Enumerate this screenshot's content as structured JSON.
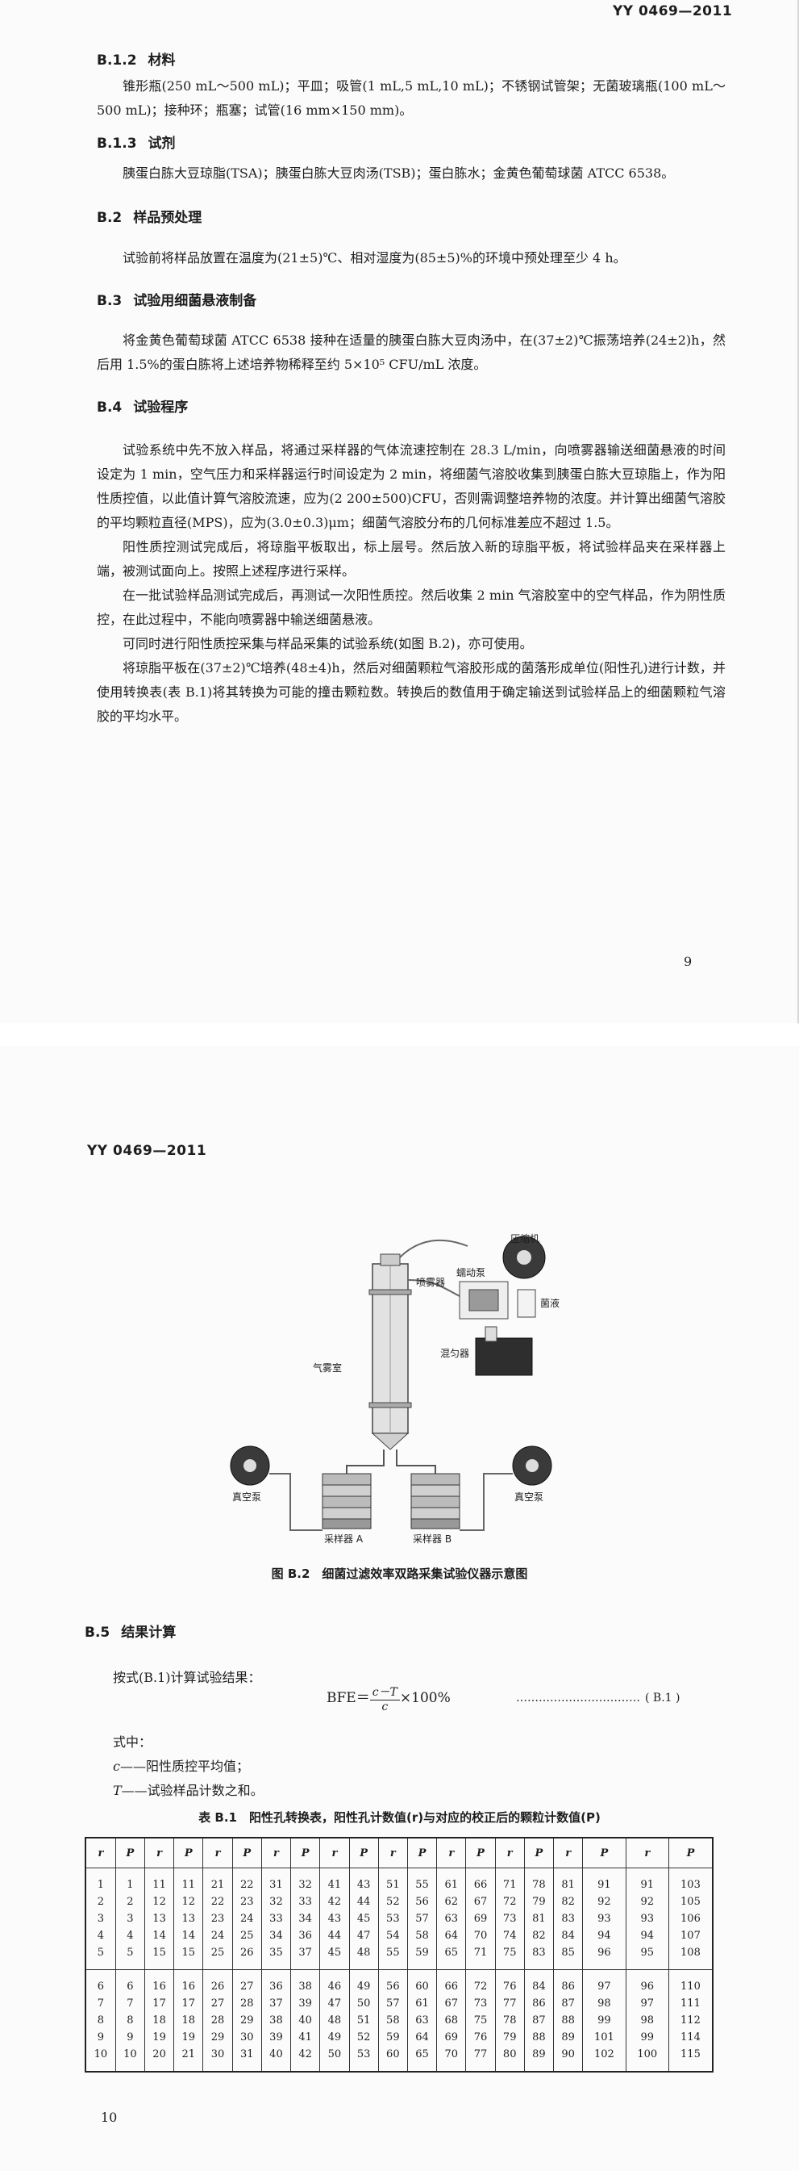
{
  "page1": {
    "header": "YY 0469—2011",
    "page_number": "9",
    "sections": [
      {
        "number": "B.1.2",
        "title": "材料",
        "paragraphs": [
          "锥形瓶(250 mL～500 mL)；平皿；吸管(1 mL,5 mL,10 mL)；不锈钢试管架；无菌玻璃瓶(100 mL～500 mL)；接种环；瓶塞；试管(16 mm×150 mm)。"
        ]
      },
      {
        "number": "B.1.3",
        "title": "试剂",
        "paragraphs": [
          "胰蛋白胨大豆琼脂(TSA)；胰蛋白胨大豆肉汤(TSB)；蛋白胨水；金黄色葡萄球菌 ATCC 6538。"
        ]
      },
      {
        "number": "B.2",
        "title": "样品预处理",
        "paragraphs": [
          "试验前将样品放置在温度为(21±5)℃、相对湿度为(85±5)%的环境中预处理至少 4 h。"
        ]
      },
      {
        "number": "B.3",
        "title": "试验用细菌悬液制备",
        "paragraphs": [
          "将金黄色葡萄球菌 ATCC 6538 接种在适量的胰蛋白胨大豆肉汤中，在(37±2)℃振荡培养(24±2)h，然后用 1.5%的蛋白胨将上述培养物稀释至约 5×10⁵ CFU/mL 浓度。"
        ]
      },
      {
        "number": "B.4",
        "title": "试验程序",
        "paragraphs": [
          "试验系统中先不放入样品，将通过采样器的气体流速控制在 28.3 L/min，向喷雾器输送细菌悬液的时间设定为 1 min，空气压力和采样器运行时间设定为 2 min，将细菌气溶胶收集到胰蛋白胨大豆琼脂上，作为阳性质控值，以此值计算气溶胶流速，应为(2 200±500)CFU，否则需调整培养物的浓度。并计算出细菌气溶胶的平均颗粒直径(MPS)，应为(3.0±0.3)μm；细菌气溶胶分布的几何标准差应不超过 1.5。",
          "阳性质控测试完成后，将琼脂平板取出，标上层号。然后放入新的琼脂平板，将试验样品夹在采样器上端，被测试面向上。按照上述程序进行采样。",
          "在一批试验样品测试完成后，再测试一次阳性质控。然后收集 2 min 气溶胶室中的空气样品，作为阴性质控，在此过程中，不能向喷雾器中输送细菌悬液。",
          "可同时进行阳性质控采集与样品采集的试验系统(如图 B.2)，亦可使用。",
          "将琼脂平板在(37±2)℃培养(48±4)h，然后对细菌颗粒气溶胶形成的菌落形成单位(阳性孔)进行计数，并使用转换表(表 B.1)将其转换为可能的撞击颗粒数。转换后的数值用于确定输送到试验样品上的细菌颗粒气溶胶的平均水平。"
        ]
      }
    ]
  },
  "page2": {
    "header": "YY 0469—2011",
    "page_number": "10",
    "figure": {
      "labels": {
        "compressor": "压缩机",
        "nebulizer": "喷雾器",
        "peristaltic_pump": "蠕动泵",
        "bacteria_liquid": "菌液",
        "mixer": "混匀器",
        "aerosol_chamber": "气雾室",
        "vacuum_pump_left": "真空泵",
        "vacuum_pump_right": "真空泵",
        "sampler_a": "采样器 A",
        "sampler_b": "采样器 B"
      },
      "caption": "图 B.2　细菌过滤效率双路采集试验仪器示意图"
    },
    "section": {
      "number": "B.5",
      "title": "结果计算"
    },
    "intro": "按式(B.1)计算试验结果：",
    "formula": {
      "lhs": "BFE＝",
      "numerator": "c－T",
      "denominator": "c",
      "rhs": "×100%",
      "dots": "……………………………",
      "ref": "( B.1 )"
    },
    "where": {
      "label": "式中：",
      "items": [
        {
          "symbol": "c",
          "text": "——阳性质控平均值；"
        },
        {
          "symbol": "T",
          "text": "——试验样品计数之和。"
        }
      ]
    },
    "table": {
      "caption": "表 B.1　阳性孔转换表，阳性孔计数值(r)与对应的校正后的颗粒计数值(P)",
      "headers": [
        "r",
        "P",
        "r",
        "P",
        "r",
        "P",
        "r",
        "P",
        "r",
        "P",
        "r",
        "P",
        "r",
        "P",
        "r",
        "P",
        "r",
        "P",
        "r",
        "P"
      ],
      "rows": [
        [
          "1",
          "1",
          "11",
          "11",
          "21",
          "22",
          "31",
          "32",
          "41",
          "43",
          "51",
          "55",
          "61",
          "66",
          "71",
          "78",
          "81",
          "91",
          "91",
          "103"
        ],
        [
          "2",
          "2",
          "12",
          "12",
          "22",
          "23",
          "32",
          "33",
          "42",
          "44",
          "52",
          "56",
          "62",
          "67",
          "72",
          "79",
          "82",
          "92",
          "92",
          "105"
        ],
        [
          "3",
          "3",
          "13",
          "13",
          "23",
          "24",
          "33",
          "34",
          "43",
          "45",
          "53",
          "57",
          "63",
          "69",
          "73",
          "81",
          "83",
          "93",
          "93",
          "106"
        ],
        [
          "4",
          "4",
          "14",
          "14",
          "24",
          "25",
          "34",
          "36",
          "44",
          "47",
          "54",
          "58",
          "64",
          "70",
          "74",
          "82",
          "84",
          "94",
          "94",
          "107"
        ],
        [
          "5",
          "5",
          "15",
          "15",
          "25",
          "26",
          "35",
          "37",
          "45",
          "48",
          "55",
          "59",
          "65",
          "71",
          "75",
          "83",
          "85",
          "96",
          "95",
          "108"
        ],
        [
          "6",
          "6",
          "16",
          "16",
          "26",
          "27",
          "36",
          "38",
          "46",
          "49",
          "56",
          "60",
          "66",
          "72",
          "76",
          "84",
          "86",
          "97",
          "96",
          "110"
        ],
        [
          "7",
          "7",
          "17",
          "17",
          "27",
          "28",
          "37",
          "39",
          "47",
          "50",
          "57",
          "61",
          "67",
          "73",
          "77",
          "86",
          "87",
          "98",
          "97",
          "111"
        ],
        [
          "8",
          "8",
          "18",
          "18",
          "28",
          "29",
          "38",
          "40",
          "48",
          "51",
          "58",
          "63",
          "68",
          "75",
          "78",
          "87",
          "88",
          "99",
          "98",
          "112"
        ],
        [
          "9",
          "9",
          "19",
          "19",
          "29",
          "30",
          "39",
          "41",
          "49",
          "52",
          "59",
          "64",
          "69",
          "76",
          "79",
          "88",
          "89",
          "101",
          "99",
          "114"
        ],
        [
          "10",
          "10",
          "20",
          "21",
          "30",
          "31",
          "40",
          "42",
          "50",
          "53",
          "60",
          "65",
          "70",
          "77",
          "80",
          "89",
          "90",
          "102",
          "100",
          "115"
        ]
      ]
    }
  }
}
